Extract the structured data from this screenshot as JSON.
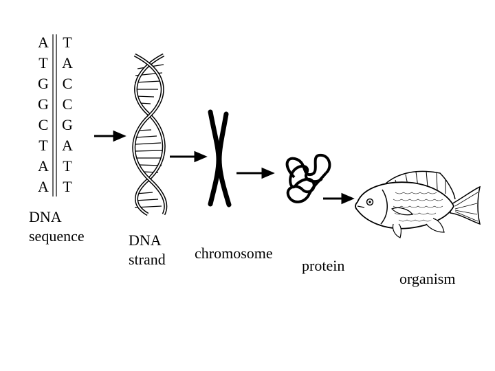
{
  "sequence": {
    "left": [
      "A",
      "T",
      "G",
      "G",
      "C",
      "T",
      "A",
      "A"
    ],
    "right": [
      "T",
      "A",
      "C",
      "C",
      "G",
      "A",
      "T",
      "T"
    ]
  },
  "labels": {
    "dna_sequence": [
      "DNA",
      "sequence"
    ],
    "dna_strand": [
      "DNA",
      "strand"
    ],
    "chromosome": "chromosome",
    "protein": "protein",
    "organism": "organism"
  },
  "icons": [
    "dna-helix-icon",
    "chromosome-icon",
    "protein-icon",
    "fish-icon",
    "arrow-icon"
  ],
  "colors": {
    "ink": "#000000",
    "background": "#ffffff"
  }
}
